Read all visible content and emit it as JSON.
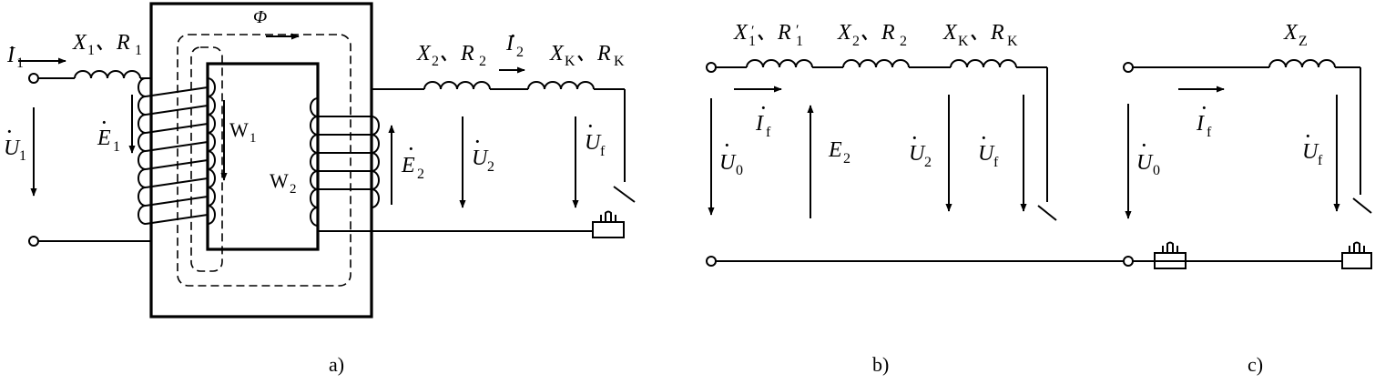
{
  "captions": {
    "a": "a)",
    "b": "b)",
    "c": "c)"
  },
  "labels": {
    "I1": "I",
    "I1_sub": "1",
    "X1R1": "X",
    "X1R1_sub1": "1",
    "X1R1_mid": "、R",
    "X1R1_sub2": "1",
    "phi": "Φ",
    "U1": "U",
    "U1_sub": "1",
    "E1": "E",
    "E1_sub": "1",
    "W1": "W",
    "W1_sub": "1",
    "W2": "W",
    "W2_sub": "2",
    "E2": "E",
    "E2_sub": "2",
    "X2R2a": "X",
    "X2R2a_sub1": "2",
    "X2R2a_mid": "、R",
    "X2R2a_sub2": "2",
    "I2": "I",
    "I2_sub": "2",
    "XKRKa": "X",
    "XKRKa_sub1": "K",
    "XKRKa_mid": "、R",
    "XKRKa_sub2": "K",
    "U2a": "U",
    "U2a_sub": "2",
    "Ufa": "U",
    "Ufa_sub": "f",
    "X1pR1p": "X",
    "X1pR1p_sub1": "1",
    "X1pR1p_mid": "、R",
    "X1pR1p_sub2": "1",
    "X2R2b": "X",
    "X2R2b_sub1": "2",
    "X2R2b_mid": "、R",
    "X2R2b_sub2": "2",
    "XKRKb": "X",
    "XKRKb_sub1": "K",
    "XKRKb_mid": "、R",
    "XKRKb_sub2": "K",
    "Ifb": "I",
    "Ifb_sub": "f",
    "U0b": "U",
    "U0b_sub": "0",
    "E2b": "E",
    "E2b_sub": "2",
    "U2b": "U",
    "U2b_sub": "2",
    "Ufb": "U",
    "Ufb_sub": "f",
    "XZ": "X",
    "XZ_sub": "Z",
    "Ifc": "I",
    "Ifc_sub": "f",
    "U0c": "U",
    "U0c_sub": "0",
    "Ufc": "U",
    "Ufc_sub": "f"
  }
}
